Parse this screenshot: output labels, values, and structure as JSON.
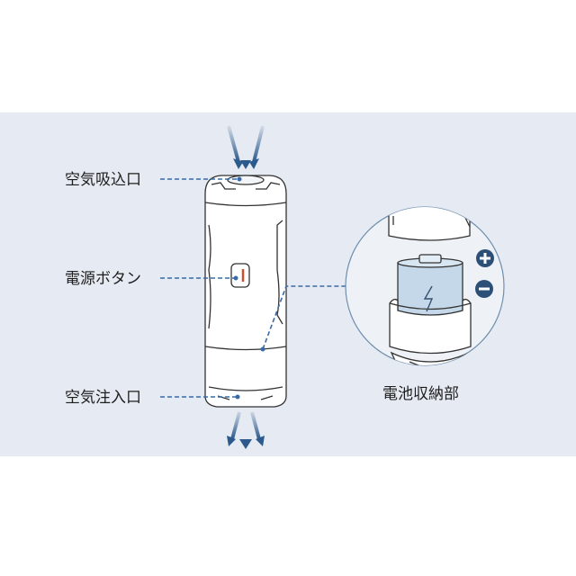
{
  "labels": {
    "air_intake": "空気吸込口",
    "power_button": "電源ボタン",
    "air_outlet": "空気注入口",
    "battery_compartment": "電池収納部"
  },
  "colors": {
    "panel": "#e6eaf2",
    "accent": "#2c5a8c",
    "leader": "#3a6aa6",
    "battery": "#c4d8ea",
    "power_mark": "#c8502a"
  },
  "icons": [
    "plus-icon",
    "minus-icon",
    "lightning-icon",
    "arrow-down-icon"
  ]
}
